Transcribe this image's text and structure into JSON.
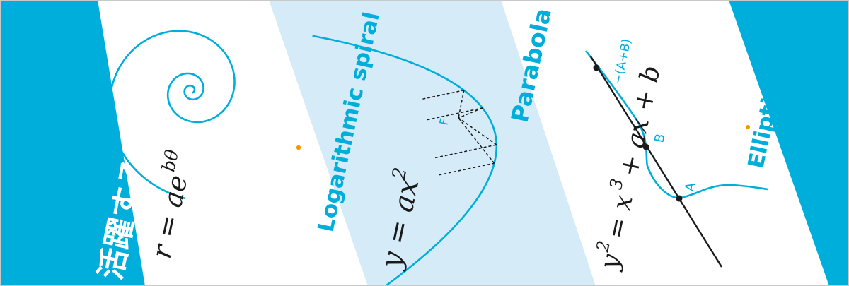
{
  "colors": {
    "accent": "#00aedb",
    "light_band": "#d5ebf8",
    "ink": "#1a1a1a",
    "orange_dot": "#f39800",
    "white": "#ffffff"
  },
  "title": "活躍する曲線たち",
  "sections": {
    "spiral": {
      "name": "Logarithmic spiral",
      "formula": "r = ae^{bθ}"
    },
    "parabola": {
      "name": "Parabola",
      "formula": "y = ax^2",
      "focus_label": "F"
    },
    "elliptic": {
      "name": "Elliptic curve",
      "formula": "y^2 = x^3 + ax + b",
      "point_a": "A",
      "point_b": "B",
      "point_sum": "−(A+B)"
    }
  }
}
